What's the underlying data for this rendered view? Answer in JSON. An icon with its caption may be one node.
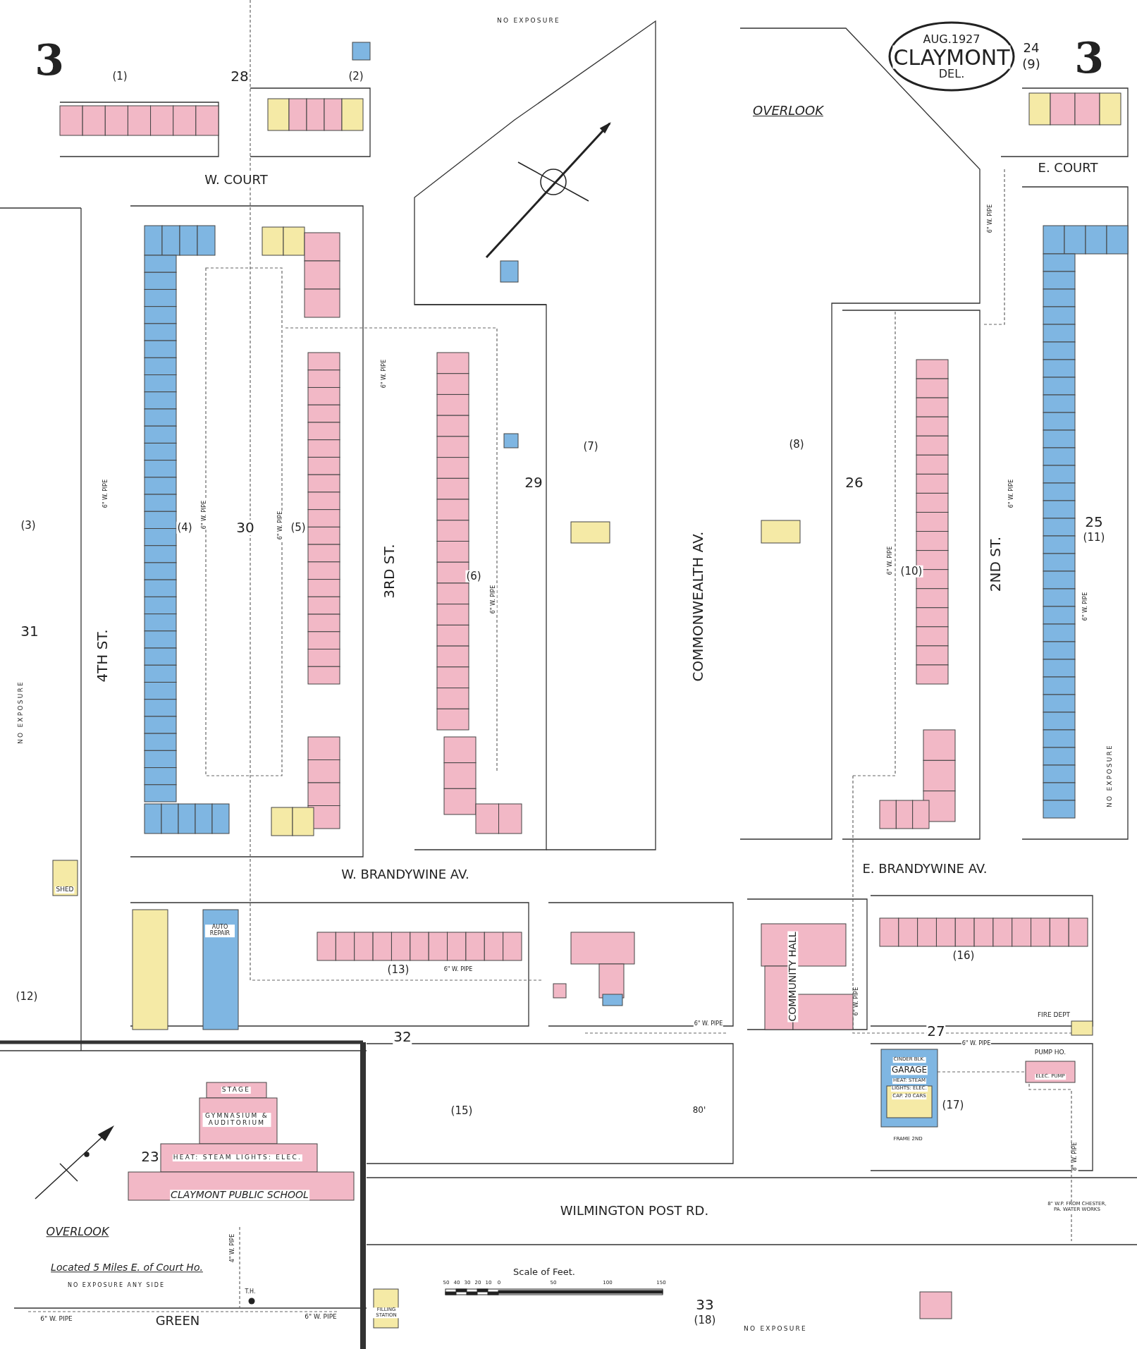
{
  "diagram": {
    "labels": [
      "3",
      "(1)",
      "28",
      "(2)",
      "NO EXPOSURE",
      "AUG.1927",
      "CLAYMONT",
      "DEL.",
      "24",
      "(9)",
      "3",
      "OVERLOOK",
      "W. COURT",
      "E. COURT",
      "6\" W. PIPE",
      "(3)",
      "6\" W. PIPE",
      "(4)",
      "6\" W. PIPE",
      "30",
      "6\" W. PIPE",
      "(5)",
      "3RD ST.",
      "6\" W. PIPE",
      "(6)",
      "6\" W. PIPE",
      "29",
      "(7)",
      "COMMONWEALTH AV.",
      "(8)",
      "26",
      "6\" W. PIPE",
      "(10)",
      "2ND ST.",
      "6\" W. PIPE",
      "25",
      "(11)",
      "6\" W. PIPE",
      "31",
      "NO EXPOSURE",
      "4TH ST.",
      "NO EXPOSURE",
      "SHED",
      "W. BRANDYWINE AV.",
      "E. BRANDYWINE AV.",
      "AUTO REPAIR",
      "(12)",
      "(13)",
      "6\" W. PIPE",
      "COMMUNITY HALL",
      "(16)",
      "6\" W. PIPE",
      "32",
      "6\" W. PIPE",
      "27",
      "FIRE DEPT",
      "CINDER BLK.",
      "GARAGE",
      "HEAT: STEAM",
      "LIGHTS: ELEC.",
      "CAP. 20 CARS",
      "FRAME 2ND",
      "(17)",
      "6\" W. PIPE",
      "PUMP HO.",
      "ELEC. PUMP",
      "(15)",
      "80'",
      "STAGE",
      "GYMNASIUM & AUDITORIUM",
      "23",
      "HEAT: STEAM LIGHTS: ELEC.",
      "CLAYMONT PUBLIC SCHOOL",
      "8\" W. PIPE",
      "WILMINGTON POST RD.",
      "8\" W.P. FROM CHESTER, PA. WATER WORKS",
      "OVERLOOK",
      "Located 5 Miles E. of Court Ho.",
      "NO EXPOSURE ANY SIDE",
      "4\" W. PIPE",
      "T.H.",
      "6\" W. PIPE",
      "GREEN",
      "6\" W. PIPE",
      "FILLING STATION",
      "Scale of Feet.",
      "50",
      "40",
      "30",
      "20",
      "10",
      "0",
      "50",
      "100",
      "150",
      "33",
      "(18)",
      "NO EXPOSURE"
    ]
  }
}
